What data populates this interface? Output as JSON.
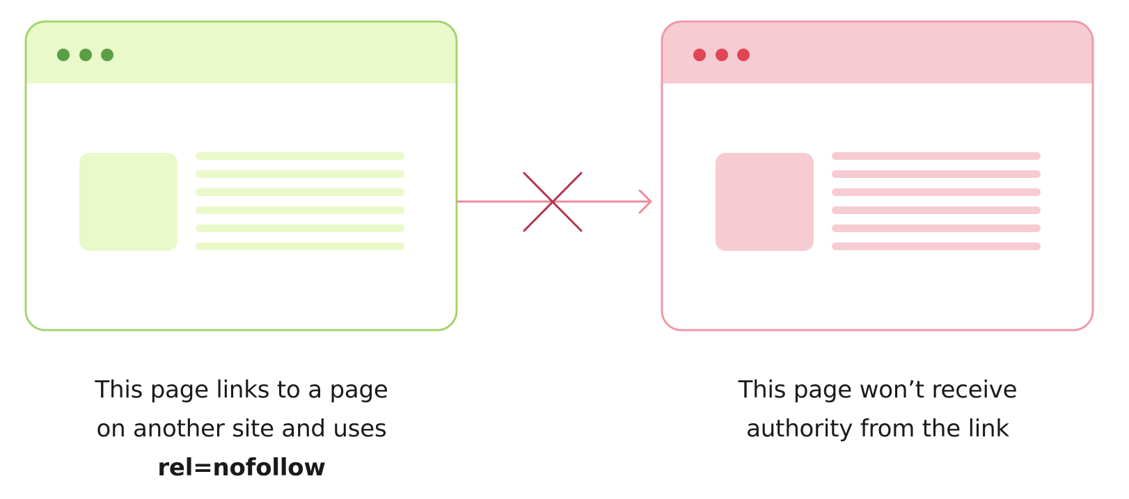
{
  "colors": {
    "source_border": "#a4d46e",
    "source_header": "#e9f9c9",
    "source_dot": "#5a9e45",
    "source_block": "#e9f9c9",
    "target_border": "#ef9aa8",
    "target_header": "#f7cbd2",
    "target_dot": "#e04553",
    "target_block": "#f7cbd2",
    "arrow": "#ef8a9a",
    "cross": "#b3344c"
  },
  "icons": {
    "source_dots": "window-dots-icon",
    "target_dots": "window-dots-icon",
    "cross": "cross-icon",
    "arrow": "arrow-right-icon"
  },
  "source_caption": {
    "line1": "This page links to a page",
    "line2": "on another site and uses",
    "line3": "rel=nofollow"
  },
  "target_caption": {
    "line1": "This page won’t receive",
    "line2": "authority from the link"
  }
}
